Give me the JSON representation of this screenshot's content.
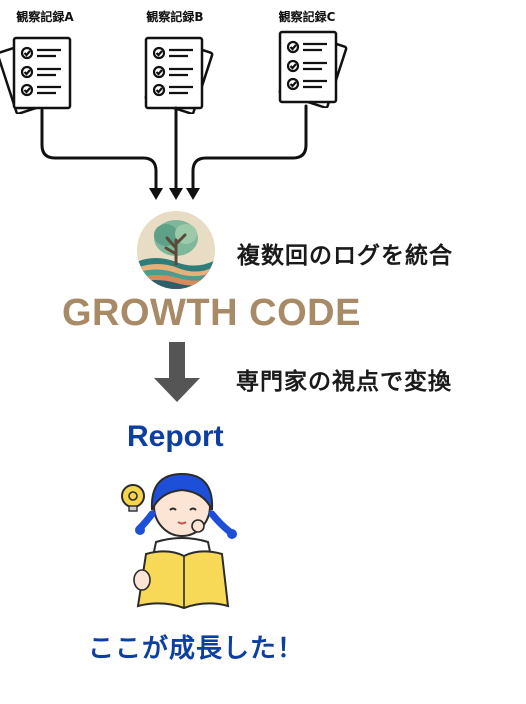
{
  "records": [
    {
      "label": "観察記録A"
    },
    {
      "label": "観察記録B"
    },
    {
      "label": "観察記録C"
    }
  ],
  "integrate_text": "複数回のログを統合",
  "brand_name": "GROWTH CODE",
  "convert_text": "専門家の視点で変換",
  "report_title": "Report",
  "result_text": "ここが成長した！",
  "colors": {
    "brand": "#a88a66",
    "report_blue": "#0d3fa0",
    "arrow_gray": "#555555",
    "paper_line": "#111111",
    "girl_blue": "#1e4fd8",
    "book_yellow": "#f7d957"
  },
  "icons": [
    "document-checklist-icon",
    "tree-logo-icon",
    "girl-reading-illustration",
    "lightbulb-icon"
  ]
}
